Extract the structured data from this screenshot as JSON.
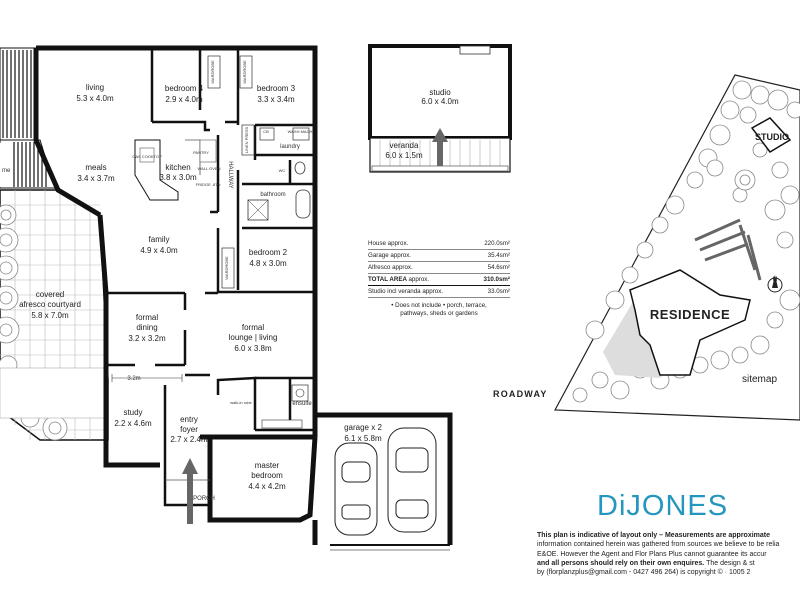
{
  "rooms": {
    "living": {
      "name": "living",
      "dims": "5.3 x 4.0m"
    },
    "bedroom4": {
      "name": "bedroom 4",
      "dims": "2.9 x 4.0m"
    },
    "bedroom3": {
      "name": "bedroom 3",
      "dims": "3.3 x 3.4m"
    },
    "meals": {
      "name": "meals",
      "dims": "3.4 x 3.7m"
    },
    "kitchen": {
      "name": "kitchen",
      "dims": "3.8 x 3.0m"
    },
    "family": {
      "name": "family",
      "dims": "4.9 x 4.0m"
    },
    "bedroom2": {
      "name": "bedroom 2",
      "dims": "4.8 x 3.0m"
    },
    "courtyard": {
      "line1": "covered",
      "line2": "afresco courtyard",
      "dims": "5.8 x 7.0m"
    },
    "formal_dining": {
      "line1": "formal",
      "line2": "dining",
      "dims": "3.2 x 3.2m"
    },
    "formal_lounge": {
      "line1": "formal",
      "line2": "lounge | living",
      "dims": "6.0 x 3.8m"
    },
    "study": {
      "name": "study",
      "dims": "2.2 x 4.6m"
    },
    "entry": {
      "line1": "entry",
      "line2": "foyer",
      "dims": "2.7 x 2.4m"
    },
    "master": {
      "line1": "master",
      "line2": "bedroom",
      "dims": "4.4 x 4.2m"
    },
    "garage": {
      "name": "garage x 2",
      "dims": "6.1 x 5.8m"
    },
    "studio": {
      "name": "studio",
      "dims": "6.0 x 4.0m"
    },
    "veranda": {
      "name": "veranda",
      "dims": "6.0 x 1.5m"
    }
  },
  "small_labels": {
    "laundry": "laundry",
    "bathroom": "bathroom",
    "ensuite": "ensuite",
    "walk_in_robe": "walk-in robe",
    "porch": "PORCH",
    "hallway": "HALLWAY",
    "pantry": "PANTRY",
    "fridge": "FRIDGE .87w",
    "gas_cooktop": "GAS COOKTOP",
    "wall_oven": "WALL OVEN",
    "linen_press": "LINEN PRESS",
    "wardrobe": "WARDROBE",
    "wc": "WC",
    "wash_mach": "WASH MACH",
    "cb": "CB",
    "fragment_home": "me",
    "dim_3_2m": "3.2m"
  },
  "areas": {
    "rows": [
      {
        "label": "House",
        "suffix": "approx.",
        "value": "220.0sm²"
      },
      {
        "label": "Garage",
        "suffix": "approx.",
        "value": "35.4sm²"
      },
      {
        "label": "Alfresco",
        "suffix": "approx.",
        "value": "54.6sm²"
      }
    ],
    "total": {
      "label": "TOTAL AREA",
      "suffix": "approx.",
      "value": "310.0sm²"
    },
    "studio": {
      "label": "Studio incl veranda",
      "suffix": "approx.",
      "value": "33.0sm²"
    },
    "note": "• Does not include • porch, terrace, pathways, sheds or gardens"
  },
  "sitemap": {
    "studio": "STUDIO",
    "residence": "RESIDENCE",
    "roadway": "ROADWAY",
    "label": "sitemap",
    "north": "N"
  },
  "brand": {
    "name": "DiJONES",
    "color": "#2596be"
  },
  "disclaimer": {
    "l1a": "This plan is indicative of layout only – Measurements are approximate",
    "l2": "information contained herein was gathered from sources we believe to be relia",
    "l3": "E&OE. However the Agent and Flor Plans Plus cannot guarantee its accur",
    "l4a": "and all persons should rely on their own enquires.",
    "l4b": " The design & st",
    "l5": "by (florplanzplus@gmail.com - 0427 496 264) is copyright © · 1005 2"
  },
  "colors": {
    "wall": "#111111",
    "tree": "#9a9a9a",
    "accent": "#2596be"
  }
}
